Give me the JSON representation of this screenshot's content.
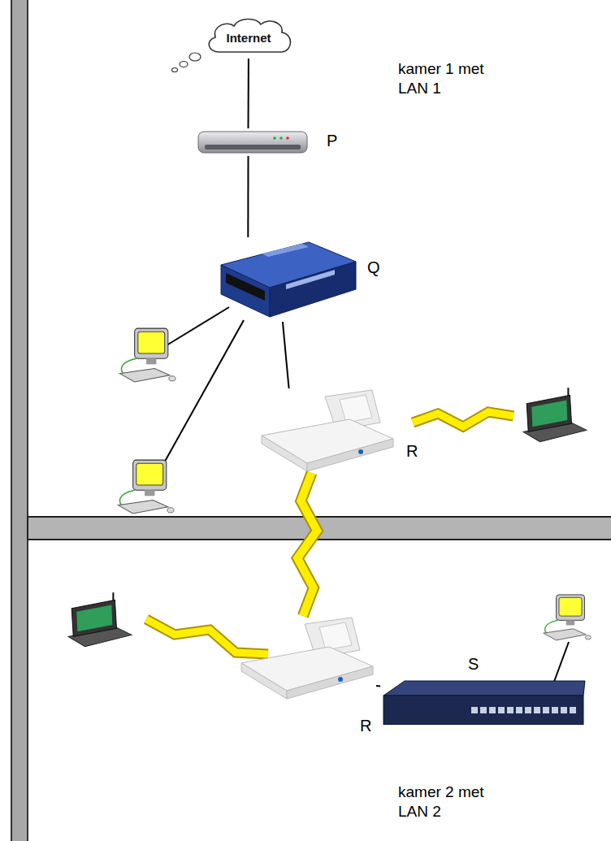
{
  "diagram": {
    "nodes": [
      {
        "text": [
          "Internet"
        ]
      },
      {
        "text": [
          "P"
        ]
      },
      {
        "text": [
          "Q"
        ]
      },
      {
        "text": [
          "R"
        ]
      },
      {
        "text": [
          "R"
        ]
      },
      {
        "text": [
          "S"
        ]
      }
    ],
    "edges": [
      {
        "from": 0,
        "to": 1,
        "arrow": "none"
      },
      {
        "from": 1,
        "to": 2,
        "arrow": "none"
      },
      {
        "from": 2,
        "to": 3,
        "arrow": "none"
      },
      {
        "from": 3,
        "to": 4,
        "arrow": "none"
      },
      {
        "from": 4,
        "to": 5,
        "arrow": "none"
      }
    ],
    "labels": [
      "kamer 1 met LAN 1",
      "kamer 2 met LAN 2"
    ]
  }
}
